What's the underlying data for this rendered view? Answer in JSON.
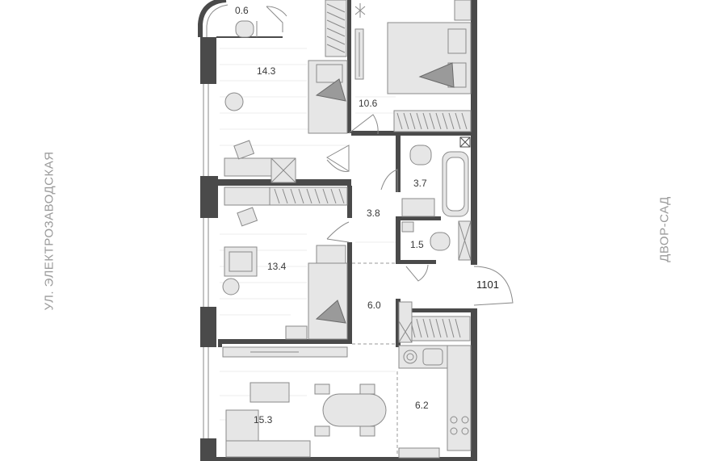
{
  "labels": {
    "street": "УЛ. ЭЛЕКТРОЗАВОДСКАЯ",
    "courtyard": "ДВОР-САД",
    "apartment_number": "1101"
  },
  "rooms": [
    {
      "id": "balcony",
      "area": "0.6"
    },
    {
      "id": "bedroom-1",
      "area": "14.3"
    },
    {
      "id": "bedroom-2",
      "area": "10.6"
    },
    {
      "id": "bathroom",
      "area": "3.7"
    },
    {
      "id": "corridor",
      "area": "3.8"
    },
    {
      "id": "toilet",
      "area": "1.5"
    },
    {
      "id": "bedroom-3",
      "area": "13.4"
    },
    {
      "id": "hall",
      "area": "6.0"
    },
    {
      "id": "living-room",
      "area": "15.3"
    },
    {
      "id": "kitchen",
      "area": "6.2"
    }
  ],
  "colors": {
    "wall": "#4a4a4a",
    "furniture_fill": "#e6e6e6",
    "furniture_stroke": "#8a8a8a",
    "side_label": "#9a9a9a"
  }
}
